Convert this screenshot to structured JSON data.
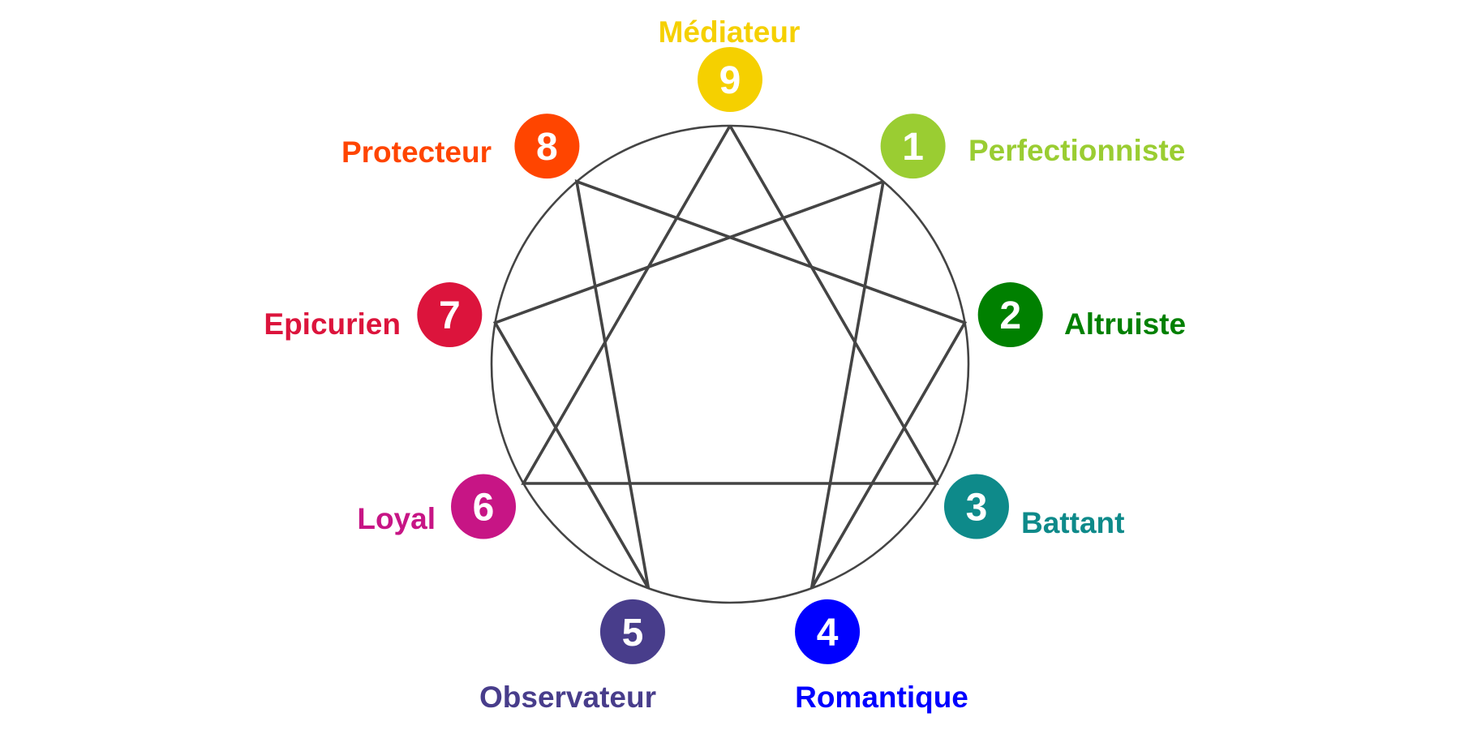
{
  "title": "Enneagram",
  "line_color": "#444444",
  "points": [
    {
      "number": "9",
      "label": "Médiateur",
      "color": "#F5D000"
    },
    {
      "number": "1",
      "label": "Perfectionniste",
      "color": "#9ACD32"
    },
    {
      "number": "2",
      "label": "Altruiste",
      "color": "#008000"
    },
    {
      "number": "3",
      "label": "Battant",
      "color": "#0E8A8A"
    },
    {
      "number": "4",
      "label": "Romantique",
      "color": "#0000FF"
    },
    {
      "number": "5",
      "label": "Observateur",
      "color": "#483D8B"
    },
    {
      "number": "6",
      "label": "Loyal",
      "color": "#C71585"
    },
    {
      "number": "7",
      "label": "Epicurien",
      "color": "#DC143C"
    },
    {
      "number": "8",
      "label": "Protecteur",
      "color": "#FF4500"
    }
  ],
  "connections": {
    "triangle": [
      "9",
      "3",
      "6",
      "9"
    ],
    "hexad": [
      "1",
      "4",
      "2",
      "8",
      "5",
      "7",
      "1"
    ]
  }
}
